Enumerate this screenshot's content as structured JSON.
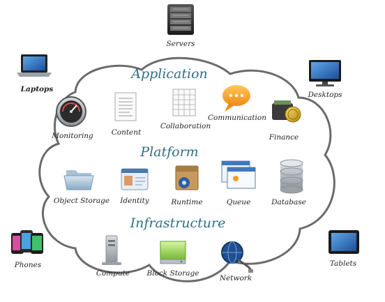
{
  "sections": {
    "application": "Application",
    "platform": "Platform",
    "infrastructure": "Infrastructure"
  },
  "devices": {
    "servers": "Servers",
    "laptops": "Laptops",
    "desktops": "Desktops",
    "phones": "Phones",
    "tablets": "Tablets"
  },
  "application": {
    "monitoring": "Monitoring",
    "content": "Content",
    "collaboration": "Collaboration",
    "communication": "Communication",
    "finance": "Finance"
  },
  "platform": {
    "object_storage": "Object Storage",
    "identity": "Identity",
    "runtime": "Runtime",
    "queue": "Queue",
    "database": "Database"
  },
  "infrastructure": {
    "compute": "Compute",
    "block_storage": "Block Storage",
    "network": "Network"
  },
  "colors": {
    "section_text": "#2f6e86",
    "cloud_stroke": "#6b6b6b"
  }
}
